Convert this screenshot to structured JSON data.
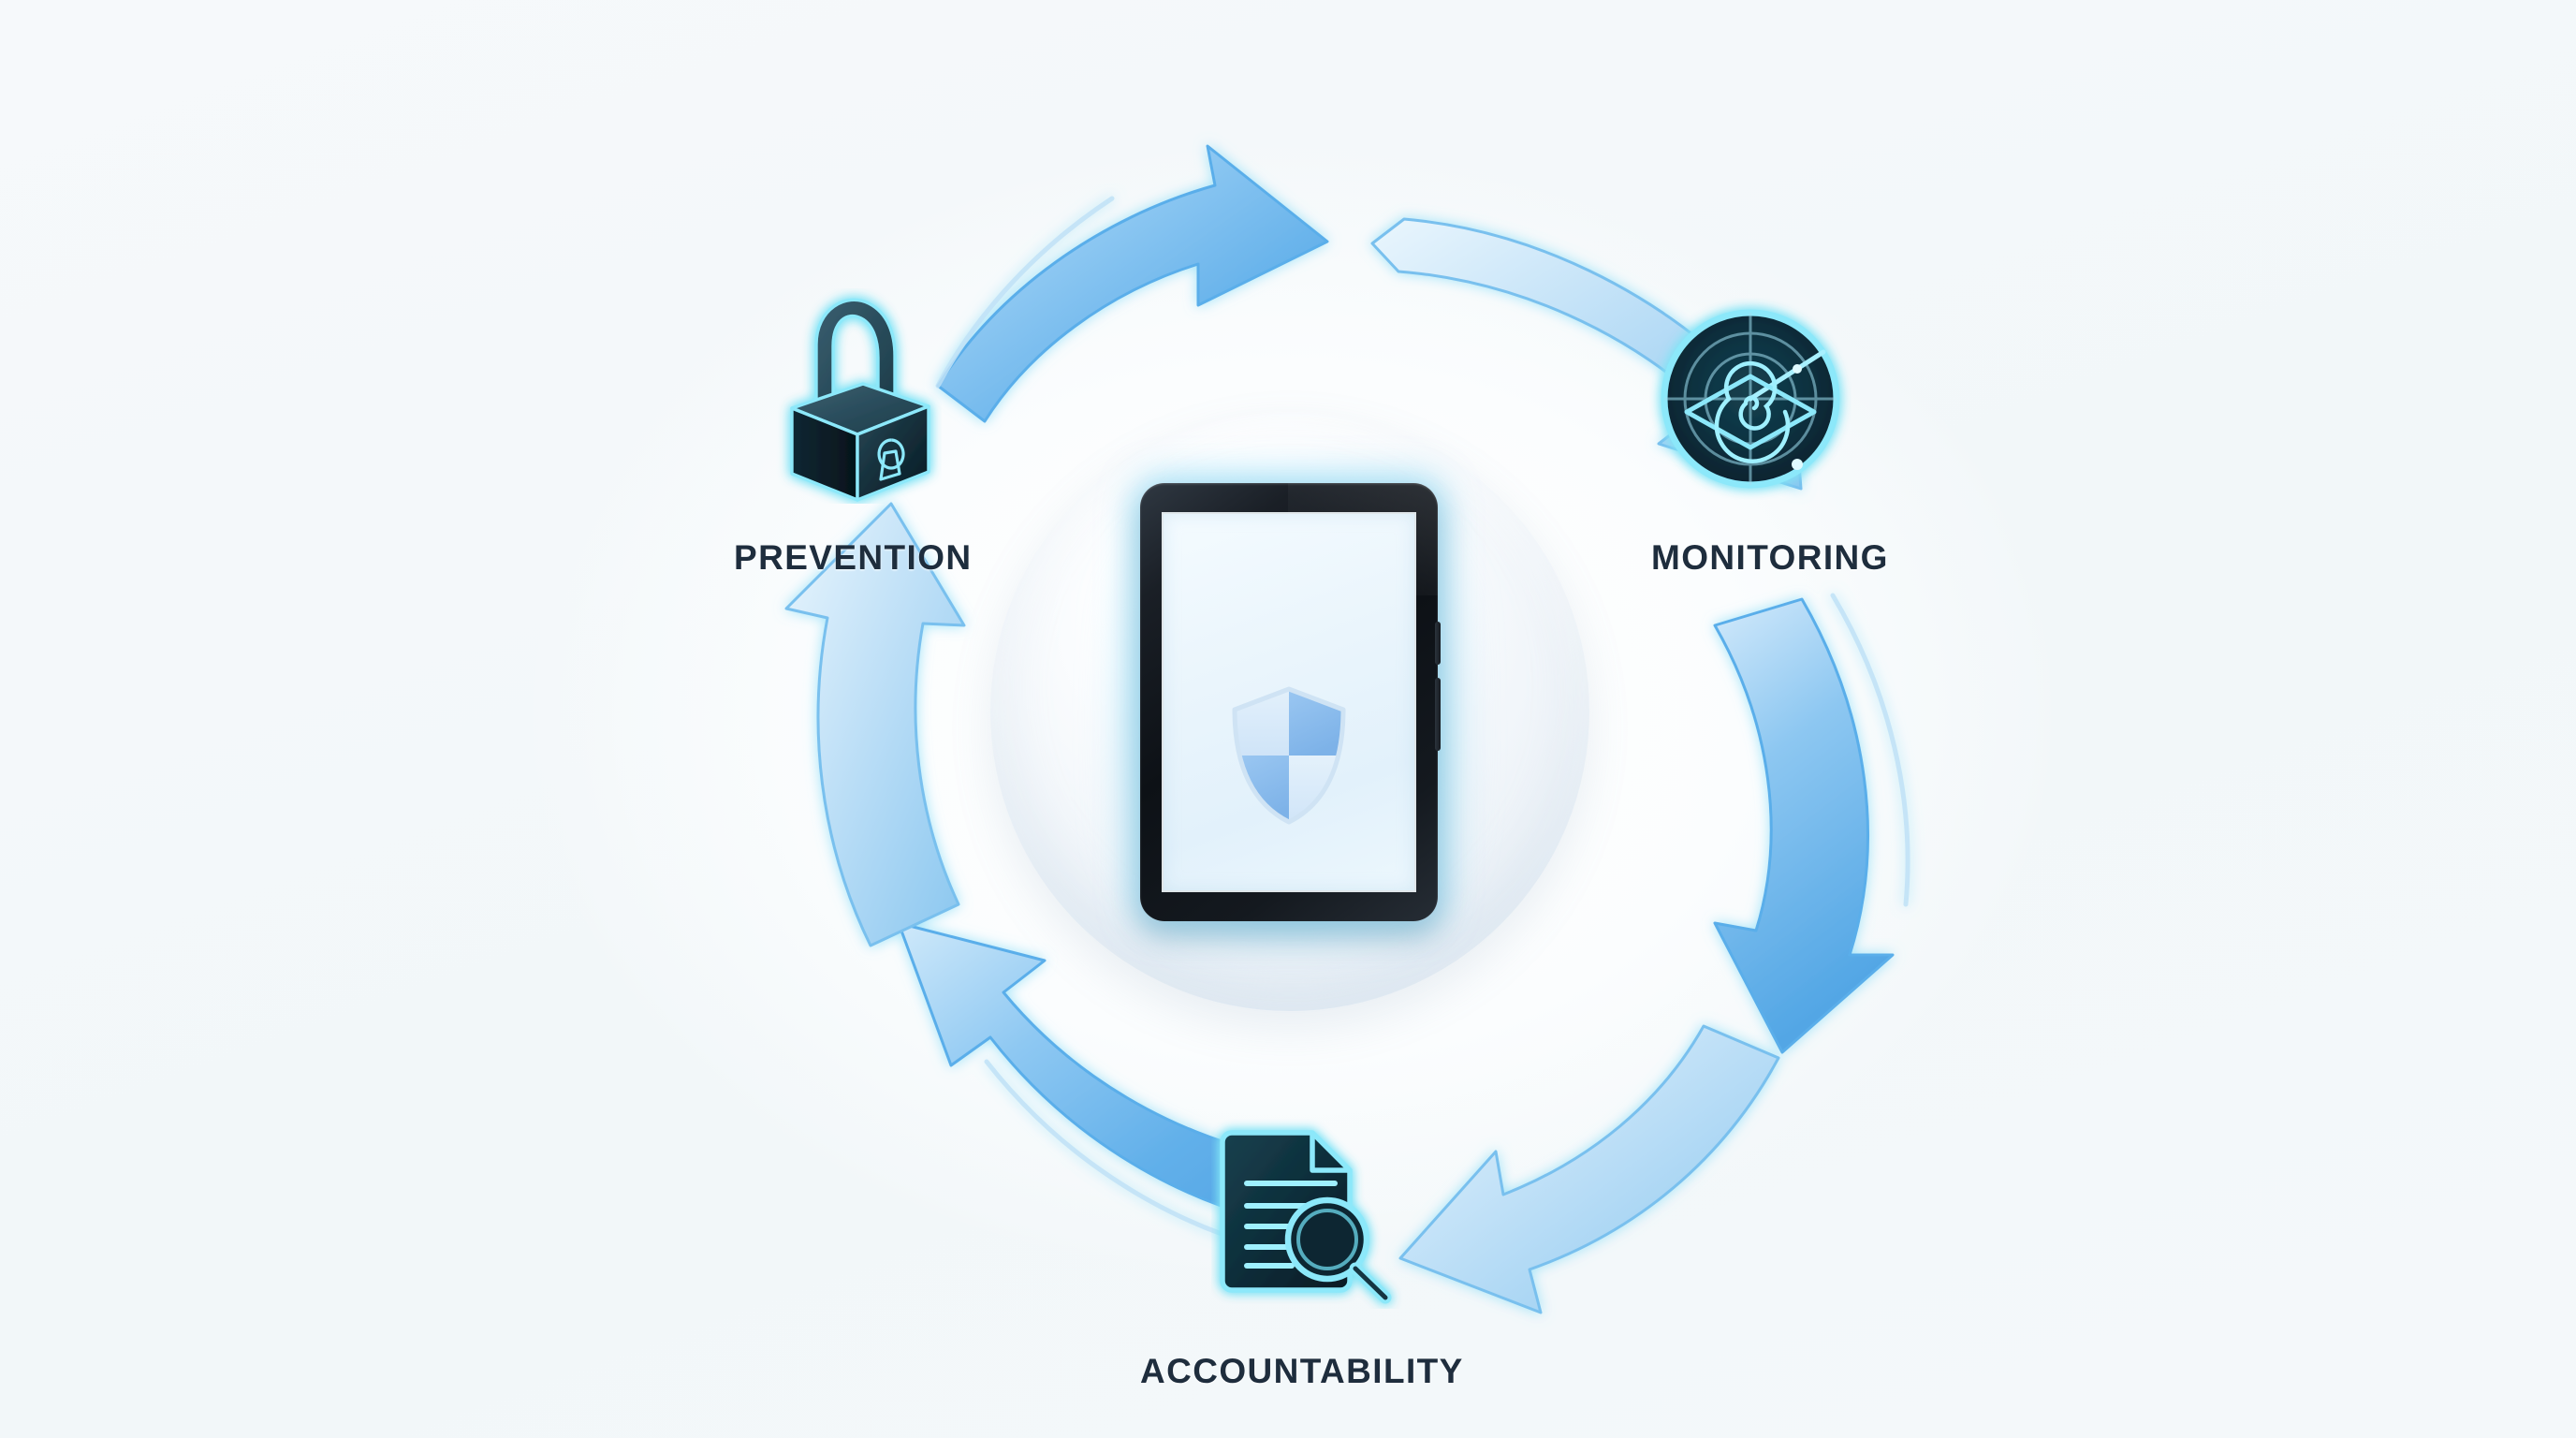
{
  "diagram": {
    "type": "cycle",
    "title": "",
    "background_color": "#f4f8fa",
    "accent_color": "#5aaeea",
    "glow_color": "#7fe3f5",
    "label_color": "#1e2d3d",
    "nodes": [
      {
        "id": "prevention",
        "label": "PREVENTION",
        "icon": "padlock-icon",
        "position": "top-left",
        "icon_style": "3d isometric neon padlock, dark teal body with cyan glowing edges and keyhole"
      },
      {
        "id": "monitoring",
        "label": "MONITORING",
        "icon": "radar-eye-icon",
        "position": "top-right",
        "icon_style": "circular radar screen with concentric rings, crosshair, sweep line, two blips, and an eye with spiral iris"
      },
      {
        "id": "accountability",
        "label": "ACCOUNTABILITY",
        "icon": "document-magnifier-icon",
        "position": "bottom-center",
        "icon_style": "document with folded corner and five text lines, overlaid by a magnifying glass"
      }
    ],
    "arrows": [
      {
        "id": "arrow-prevention-to-monitoring",
        "from": "prevention",
        "to": "monitoring",
        "direction": "clockwise",
        "segment": "top"
      },
      {
        "id": "arrow-monitoring-to-accountability",
        "from": "monitoring",
        "to": "accountability",
        "direction": "clockwise",
        "segment": "right"
      },
      {
        "id": "arrow-accountability-to-prevention",
        "from": "accountability",
        "to": "prevention",
        "direction": "clockwise",
        "segment": "left"
      }
    ],
    "center": {
      "id": "center-device",
      "name": "tablet-device",
      "screen_icon": "shield-icon",
      "shield_style": "quartered shield, alternating light and medium blue quadrants",
      "sphere": "soft white glowing bubble enclosing the device"
    }
  }
}
